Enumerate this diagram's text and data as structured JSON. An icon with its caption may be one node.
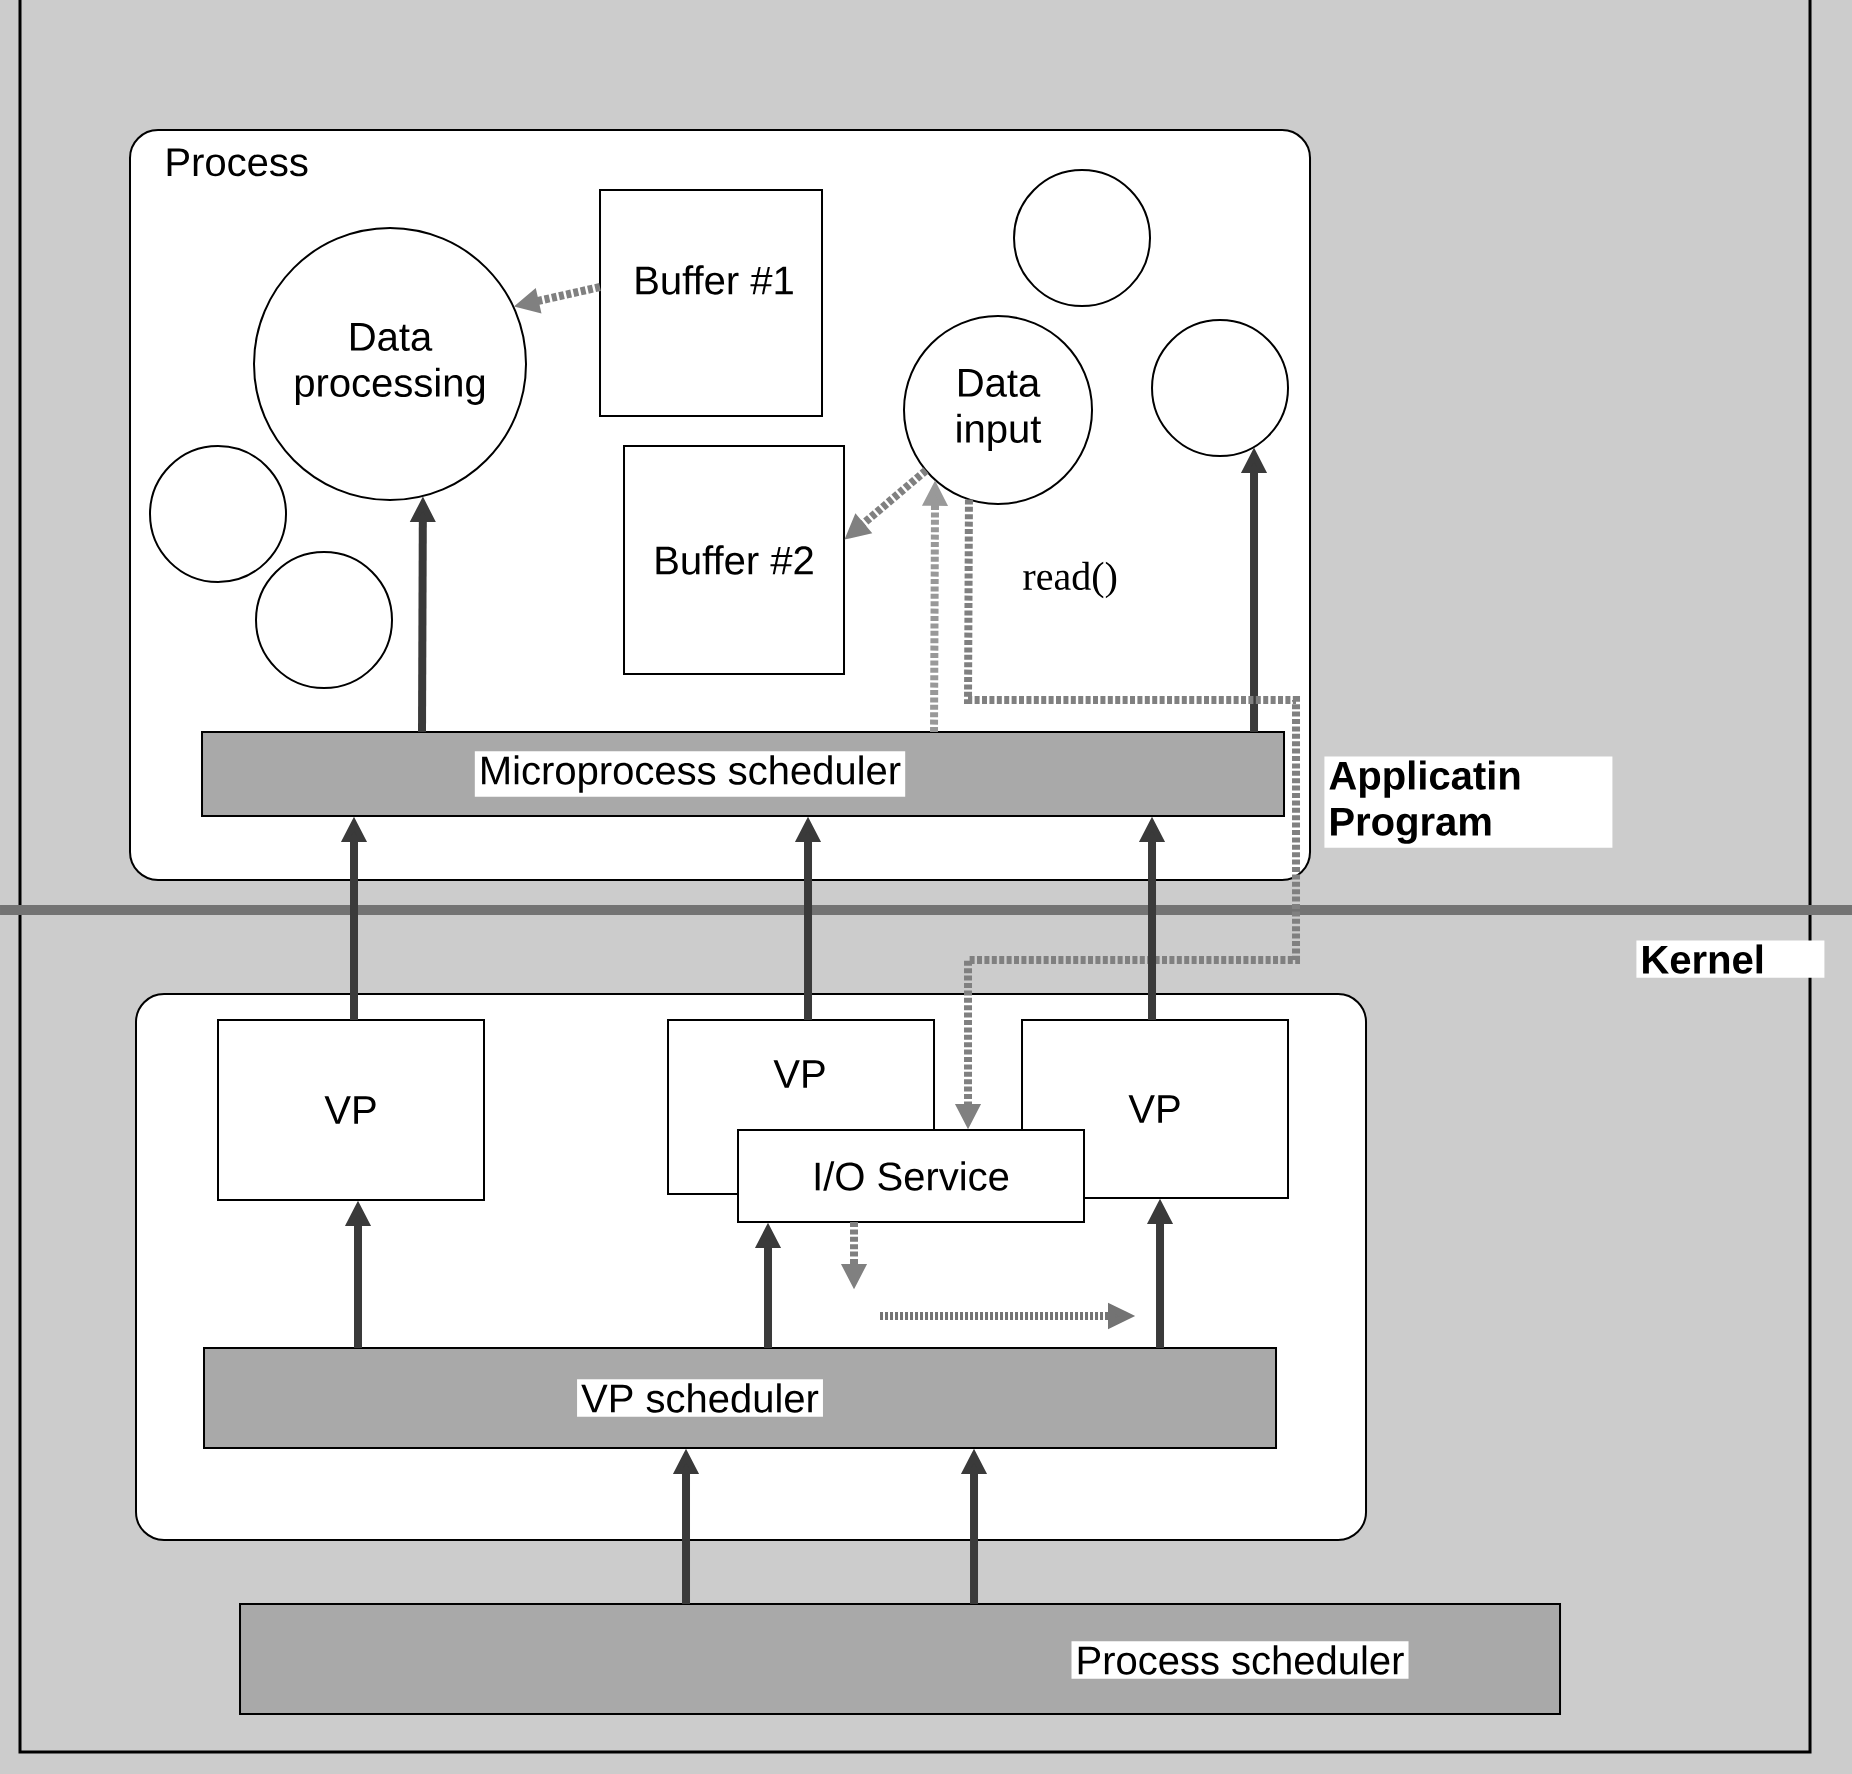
{
  "diagram": {
    "nodes": [
      {
        "text": [
          "Process"
        ]
      },
      {
        "text": [
          "Data processing"
        ],
        "in": 0
      },
      {
        "text": [
          "Buffer #1"
        ],
        "in": 0
      },
      {
        "text": [
          "Data input"
        ],
        "in": 0
      },
      {
        "text": [
          "Buffer #2"
        ],
        "in": 0
      },
      {
        "text": [],
        "shape": "circle",
        "in": 0
      },
      {
        "text": [],
        "shape": "circle",
        "in": 0
      },
      {
        "text": [],
        "shape": "circle",
        "in": 0
      },
      {
        "text": [],
        "shape": "circle",
        "in": 0
      },
      {
        "text": [
          "Microprocess scheduler"
        ],
        "in": 0
      },
      {
        "text": [],
        "shape": "box"
      },
      {
        "text": [
          "VP"
        ],
        "in": 10
      },
      {
        "text": [
          "VP"
        ],
        "in": 10
      },
      {
        "text": [
          "VP"
        ],
        "in": 10
      },
      {
        "text": [
          "I/O Service"
        ],
        "in": 10
      },
      {
        "text": [
          "VP scheduler"
        ],
        "in": 10
      },
      {
        "text": [
          "Process scheduler"
        ]
      }
    ],
    "edges": [
      {
        "from": 2,
        "to": 1,
        "arrow": "to",
        "style": "dashed",
        "color": "#808080"
      },
      {
        "from": 3,
        "to": 4,
        "arrow": "to",
        "style": "dashed",
        "color": "#808080"
      },
      {
        "from": 9,
        "to": 1,
        "arrow": "to"
      },
      {
        "from": 9,
        "to": 3,
        "arrow": "to",
        "style": "dashed",
        "color": "#999999"
      },
      {
        "from": 9,
        "to": 6,
        "arrow": "to"
      },
      {
        "from": 3,
        "to": 14,
        "arrow": "to",
        "style": "dashed",
        "color": "#808080",
        "label": "read()"
      },
      {
        "from": 11,
        "to": 9,
        "arrow": "to"
      },
      {
        "from": 12,
        "to": 9,
        "arrow": "to"
      },
      {
        "from": 13,
        "to": 9,
        "arrow": "to"
      },
      {
        "from": 15,
        "to": 11,
        "arrow": "to"
      },
      {
        "from": 15,
        "to": 14,
        "arrow": "to"
      },
      {
        "from": 15,
        "to": 13,
        "arrow": "to"
      },
      {
        "from": 16,
        "to": 15,
        "arrow": "to"
      },
      {
        "from": 16,
        "to": 15,
        "arrow": "to"
      },
      {
        "from": 14,
        "to": null,
        "arrow": "to",
        "style": "dashed",
        "color": "#808080"
      }
    ],
    "labels": [
      "Applicatin Program",
      "Kernel"
    ]
  }
}
